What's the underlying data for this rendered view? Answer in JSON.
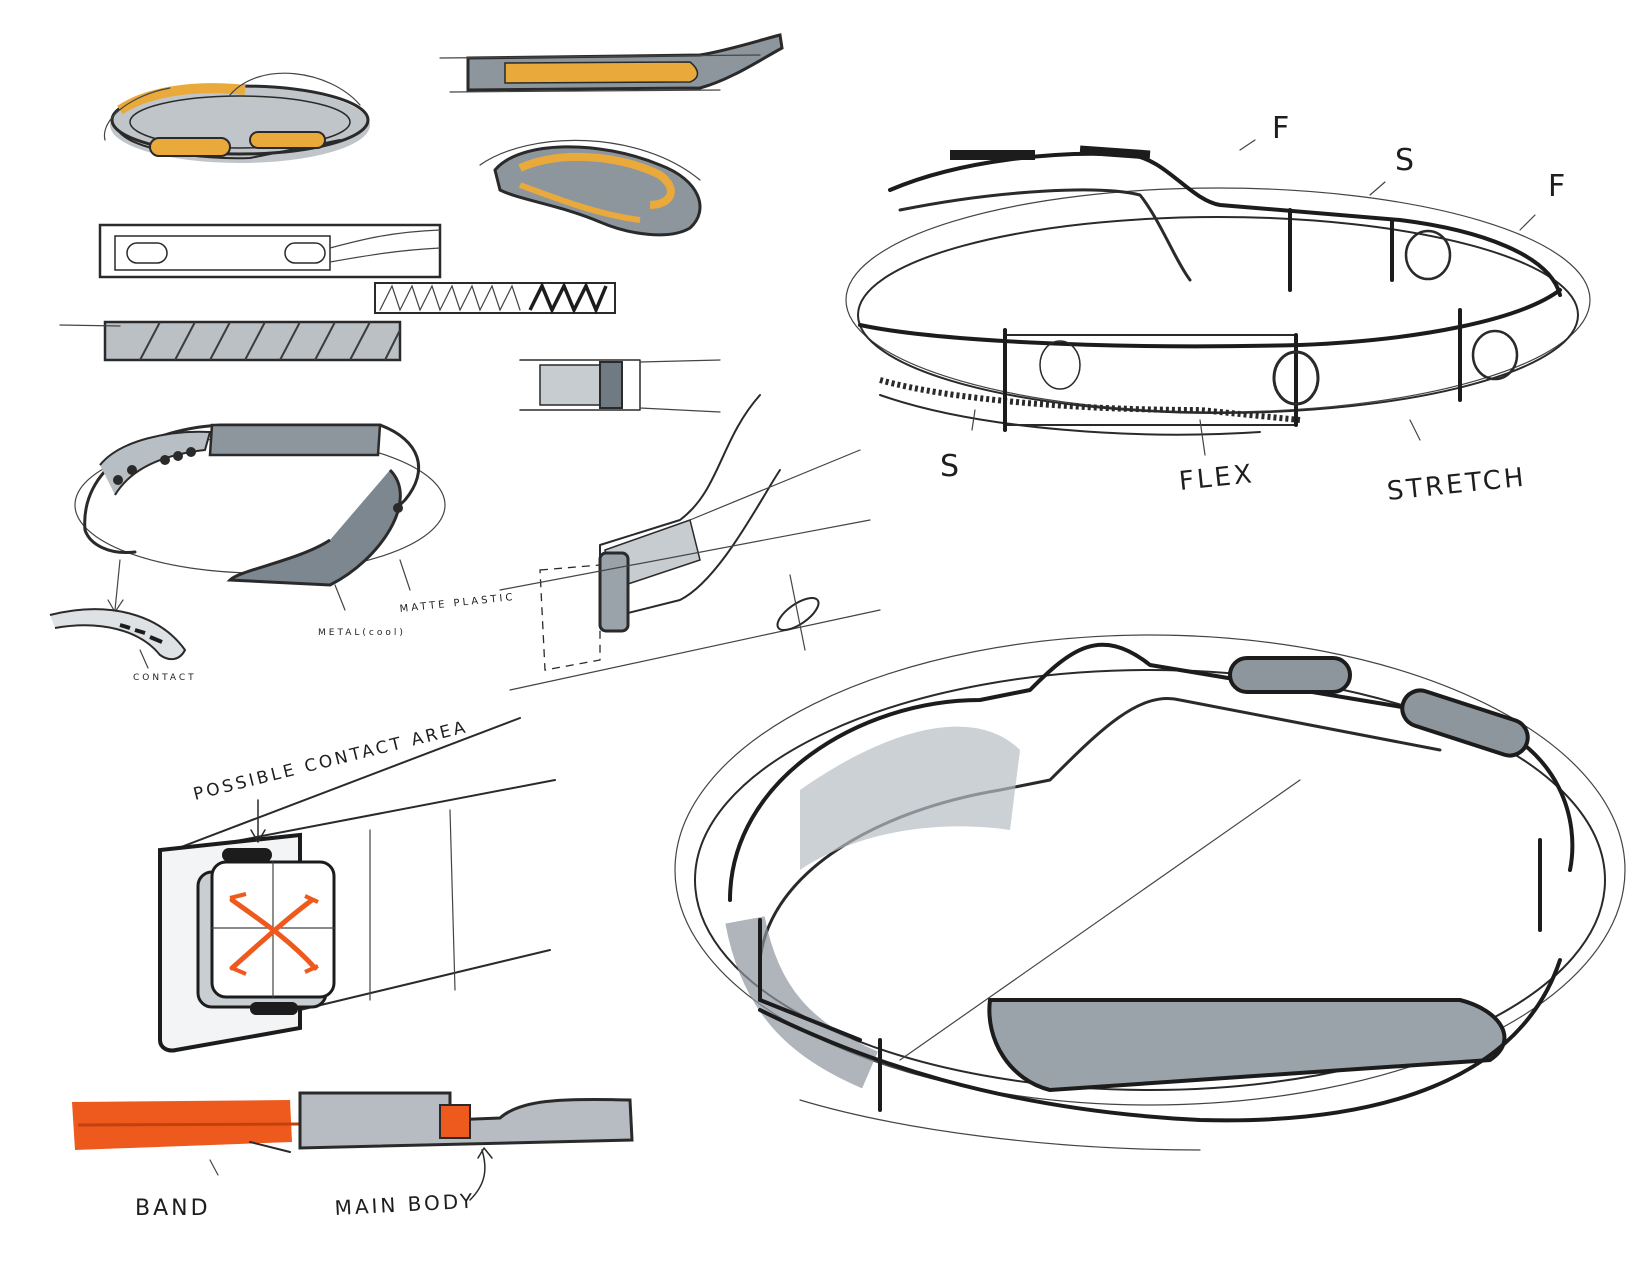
{
  "labels": {
    "f1": "F",
    "s1": "S",
    "f2": "F",
    "s2": "S",
    "flex": "FLEX",
    "stretch": "STRETCH",
    "metal": "METAL(cool)",
    "matte": "MATTE PLASTIC",
    "contact": "CONTACT",
    "possible_contact": "POSSIBLE CONTACT AREA",
    "band": "BAND",
    "main_body": "MAIN BODY"
  },
  "colors": {
    "ink": "#2a2a2a",
    "marker_grey": "#9aa3aa",
    "marker_grey_dark": "#6f7a83",
    "marker_yellow": "#e9a93b",
    "marker_orange": "#ee5a1e",
    "paper": "#ffffff"
  }
}
